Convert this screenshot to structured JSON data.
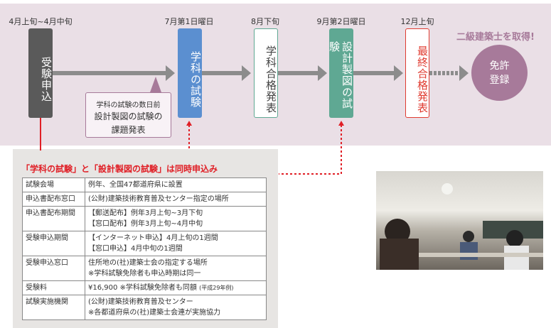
{
  "timeline": {
    "goal": "二級建築士を取得!",
    "steps": [
      {
        "date": "4月上旬~4月中旬",
        "label": "受験申込",
        "color": "#5a5a5a"
      },
      {
        "date": "7月第1日曜日",
        "label": "学科の試験",
        "color": "#5b8fd0"
      },
      {
        "date": "8月下旬",
        "label": "学科合格発表",
        "color": "#5fa893"
      },
      {
        "date": "9月第2日曜日",
        "label": "設計製図の試験",
        "color": "#5fa893"
      },
      {
        "date": "12月上旬",
        "label": "最終合格発表",
        "color": "#e03c31"
      }
    ],
    "final": {
      "line1": "免許",
      "line2": "登録"
    },
    "callout": {
      "small": "学科の試験の数日前",
      "line1": "設計製図の試験の",
      "line2": "課題発表"
    }
  },
  "info": {
    "title": "「学科の試験」と「設計製図の試験」は同時申込み",
    "rows": [
      {
        "k": "試験会場",
        "v1": "例年、全国47都道府県に設置",
        "v2": ""
      },
      {
        "k": "申込書配布窓口",
        "v1": "(公財)建築技術教育普及センター指定の場所",
        "v2": ""
      },
      {
        "k": "申込書配布期間",
        "v1": "【郵送配布】例年3月上旬~3月下旬",
        "v2": "【窓口配布】例年3月上旬~4月中旬"
      },
      {
        "k": "受験申込期間",
        "v1": "【インターネット申込】4月上旬の1週間",
        "v2": "【窓口申込】4月中旬の1週間"
      },
      {
        "k": "受験申込窓口",
        "v1": "住所地の(社)建築士会の指定する場所",
        "v2": "※学科試験免除者も申込時期は同一"
      },
      {
        "k": "受験料",
        "v1": "¥16,900 ※学科試験免除者も同額",
        "v1s": "(平成29年例)",
        "v2": ""
      },
      {
        "k": "試験実施機関",
        "v1": "(公財)建築技術教育普及センター",
        "v2": "※各都道府県の(社)建築士会連が実施協力"
      }
    ]
  }
}
